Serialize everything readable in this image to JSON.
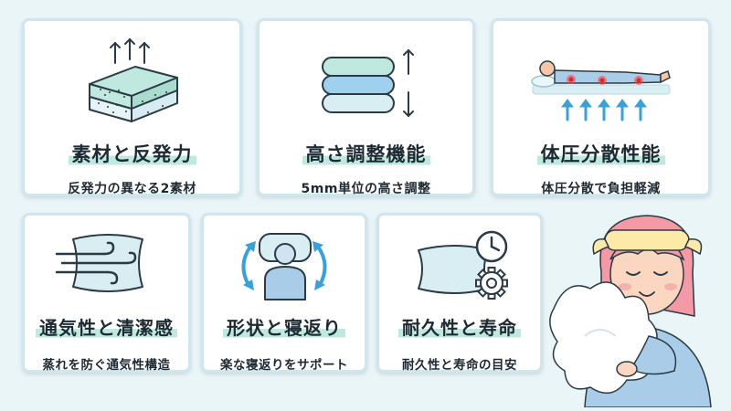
{
  "cards": [
    {
      "title": "素材と反発力",
      "subtitle": "反発力の異なる2素材",
      "icon": "mattress-layers-icon"
    },
    {
      "title": "高さ調整機能",
      "subtitle": "5mm単位の高さ調整",
      "icon": "stacked-layers-height-icon"
    },
    {
      "title": "体圧分散性能",
      "subtitle": "体圧分散で負担軽減",
      "icon": "body-pressure-icon"
    },
    {
      "title": "通気性と清潔感",
      "subtitle": "蒸れを防ぐ通気性構造",
      "icon": "ventilated-pillow-icon"
    },
    {
      "title": "形状と寝返り",
      "subtitle": "楽な寝返りをサポート",
      "icon": "rollover-person-icon"
    },
    {
      "title": "耐久性と寿命",
      "subtitle": "耐久性と寿命の目安",
      "icon": "pillow-clock-gear-icon"
    }
  ],
  "colors": {
    "accent": "#bfe9df",
    "border": "#cfe6ee",
    "background": "#eaf5f7",
    "line": "#2b3a44",
    "arrow": "#3aa0d8"
  }
}
